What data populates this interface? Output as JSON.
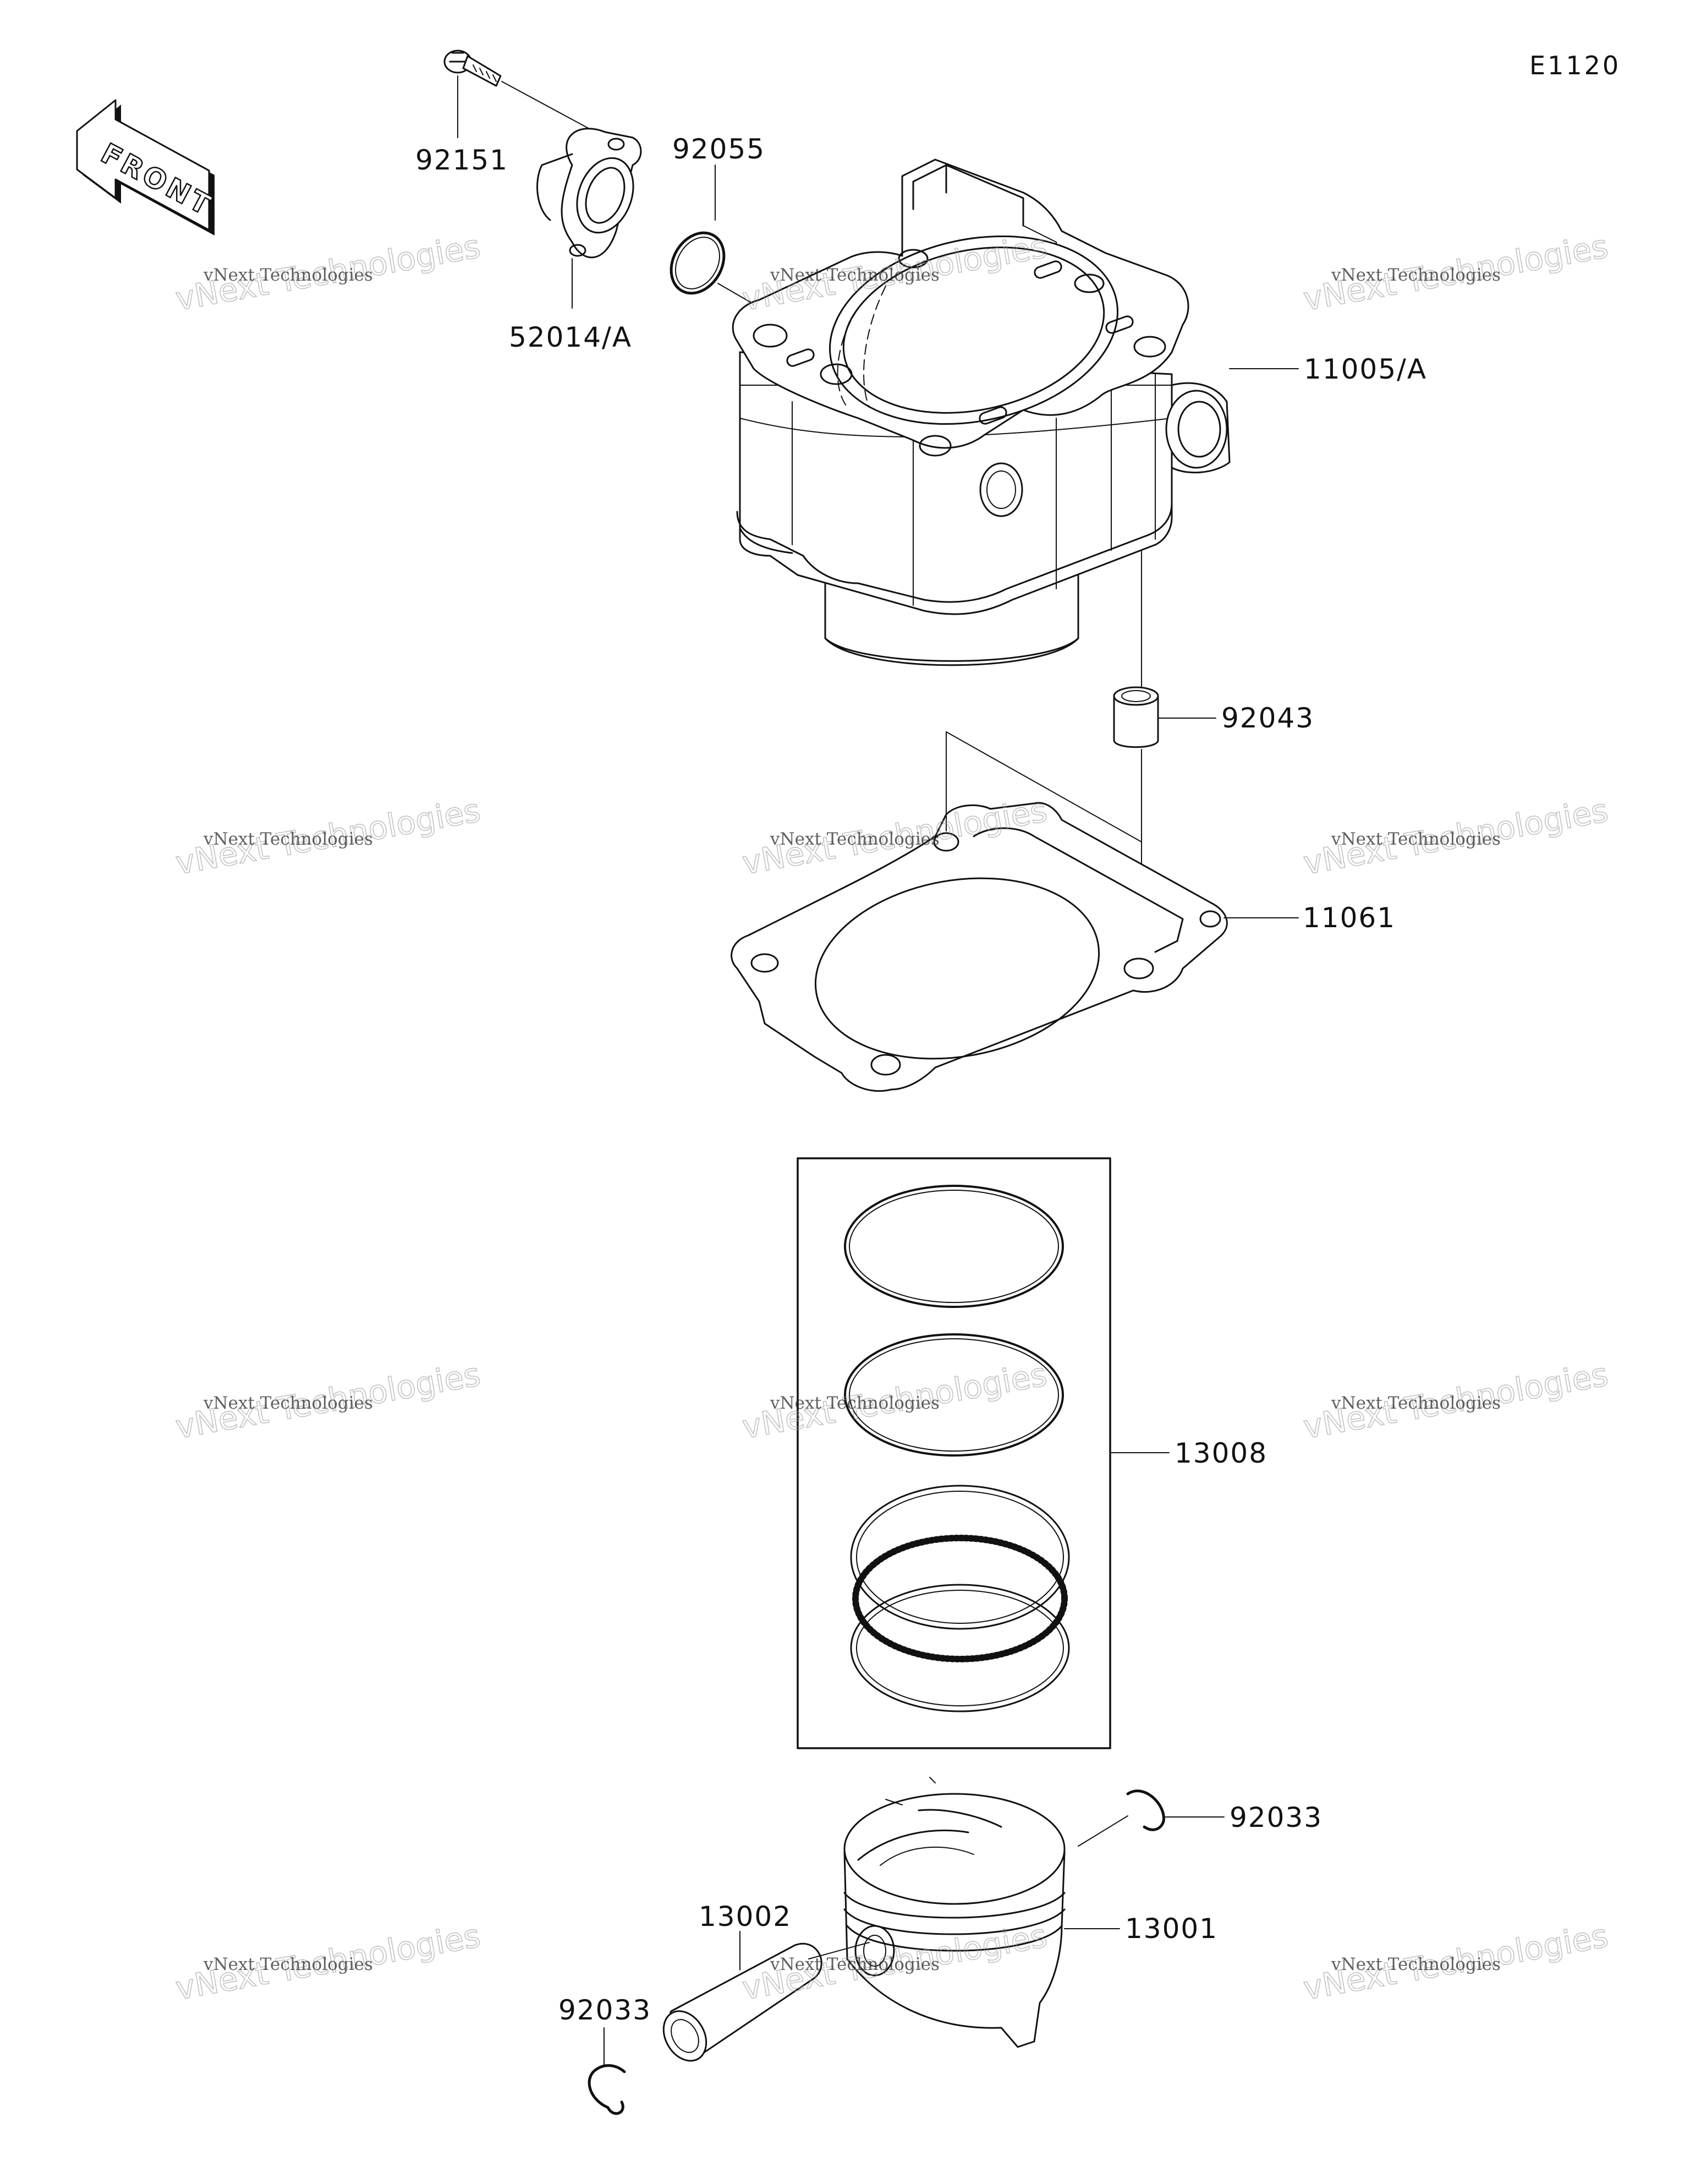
{
  "diagram": {
    "reference_code": "E1120",
    "front_label": "FRONT",
    "watermark": {
      "line1": "vNext Technologies",
      "line2": "vNext Technologies"
    },
    "part_labels": {
      "bolt": "92151",
      "oring": "92055",
      "joint": "52014/A",
      "cylinder": "11005/A",
      "dowel": "92043",
      "gasket": "11061",
      "ring_set": "13008",
      "piston": "13001",
      "pin": "13002",
      "clip_right": "92033",
      "clip_left": "92033"
    }
  }
}
